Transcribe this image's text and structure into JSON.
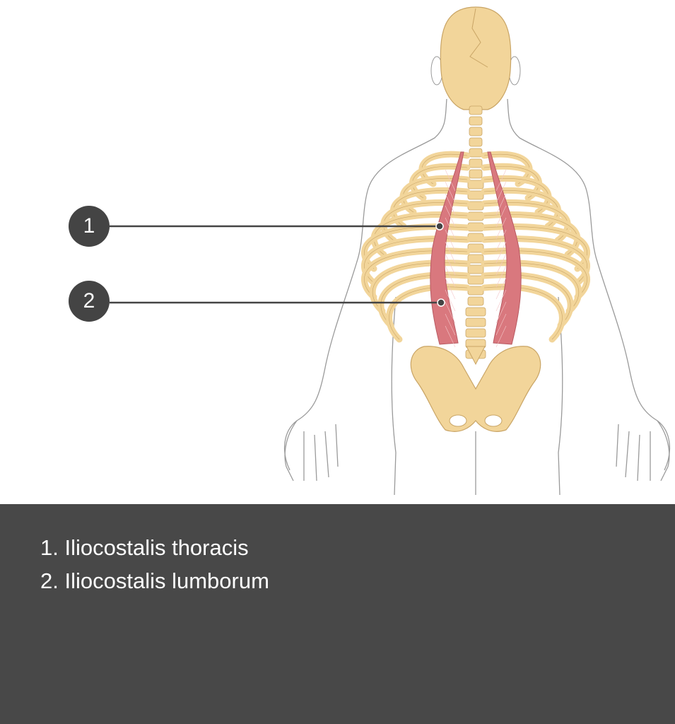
{
  "markers": [
    {
      "number": "1",
      "target": "Iliocostalis thoracis"
    },
    {
      "number": "2",
      "target": "Iliocostalis lumborum"
    }
  ],
  "legend": {
    "items": [
      "1. Iliocostalis thoracis",
      "2. Iliocostalis lumborum"
    ]
  },
  "colors": {
    "bone": "#f2d59a",
    "muscle": "#d9787e",
    "cartilage": "#8fcfd6",
    "outline": "#9a9a9a",
    "marker": "#444444",
    "legend_background": "#484848"
  }
}
